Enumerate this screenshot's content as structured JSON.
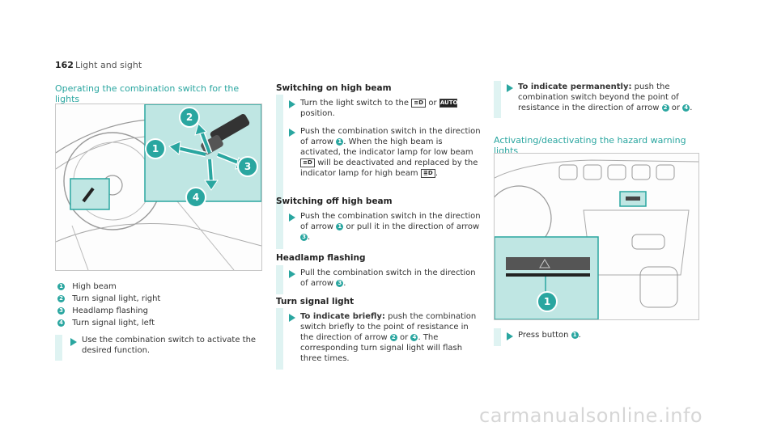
{
  "page": {
    "number": "162",
    "title": "Light and sight"
  },
  "left": {
    "section_title": "Operating the combination switch for the lights",
    "legend": [
      {
        "n": "1",
        "text": "High beam"
      },
      {
        "n": "2",
        "text": "Turn signal light, right"
      },
      {
        "n": "3",
        "text": "Headlamp flashing"
      },
      {
        "n": "4",
        "text": "Turn signal light, left"
      }
    ],
    "instruction": "Use the combination switch to activate the desired function."
  },
  "middle": {
    "high_beam_on_heading": "Switching on high beam",
    "step1_line1": "Turn the light switch to the",
    "step1_icon": "headlamp-icon",
    "step1_or": "or",
    "step1_auto": "AUTO",
    "step1_line2": "position.",
    "step2_a": "Push the combination switch in the direction of arrow",
    "step2_n": "1",
    "step2_b": "When the high beam is activated, the indicator lamp for low beam",
    "step2_c": "will be deactivated and replaced by the indicator lamp for high beam",
    "high_beam_off_heading": "Switching off high beam",
    "step3_a": "Push the combination switch in the direction of arrow",
    "step3_n1": "1",
    "step3_b": "or pull it in the direction of arrow",
    "step3_n3": "3",
    "flashing_heading": "Headlamp flashing",
    "step4_a": "Pull the combination switch in the direction of arrow",
    "step4_n": "3",
    "turn_heading": "Turn signal light",
    "step5_bold": "To indicate briefly:",
    "step5_a": "push the combination switch briefly to the point of resistance in the direction of arrow",
    "step5_n2": "2",
    "step5_or": "or",
    "step5_n4": "4",
    "step5_b": "The corresponding turn signal light will flash three times."
  },
  "right": {
    "step6_bold": "To indicate permanently:",
    "step6_a": "push the combination switch beyond the point of resistance in the direction of arrow",
    "step6_n2": "2",
    "step6_or": "or",
    "step6_n4": "4",
    "hazard_title": "Activating/deactivating the hazard warning lights",
    "step7": "Press button",
    "step7_n": "1"
  },
  "figure1": {
    "callouts": [
      "1",
      "2",
      "3",
      "4"
    ]
  },
  "figure2": {
    "callouts": [
      "1"
    ]
  },
  "watermark": "carmanualsonline.info",
  "colors": {
    "accent": "#2aa6a0",
    "highlight": "#bfe6e3"
  }
}
